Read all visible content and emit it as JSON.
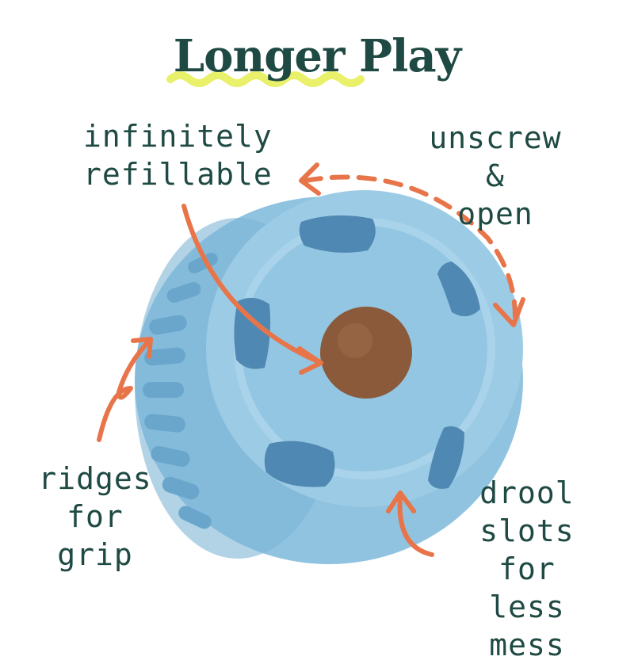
{
  "title": "Longer Play",
  "colors": {
    "text": "#1f4a44",
    "accent_arrow": "#e8754a",
    "underline": "#e9f06a",
    "toy_blue": "#8fc3e0",
    "toy_blue_dark": "#5f9ec6",
    "treat": "#8a5a3a"
  },
  "callouts": {
    "refill": {
      "line1": "infinitely",
      "line2": "refillable"
    },
    "unscrew": {
      "line1": "unscrew &",
      "line2": "open"
    },
    "ridges": {
      "line1": "ridges",
      "line2": "for grip"
    },
    "drool": {
      "line1": "drool",
      "line2": "slots for",
      "line3": "less mess"
    }
  },
  "image": {
    "subject": "toy ball"
  }
}
